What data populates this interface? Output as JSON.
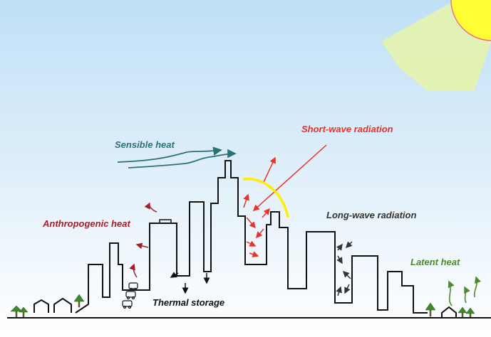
{
  "labels": {
    "sensible_heat": "Sensible heat",
    "short_wave": "Short-wave radiation",
    "anthropogenic": "Anthropogenic heat",
    "long_wave": "Long-wave radiation",
    "latent_heat": "Latent heat",
    "thermal_storage": "Thermal storage"
  },
  "colors": {
    "sensible_heat": "#2a7275",
    "short_wave": "#e8322b",
    "anthropogenic": "#a3202a",
    "long_wave": "#333333",
    "latent_heat": "#4d8a2a",
    "thermal_storage": "#111111",
    "sun": "#ffff33",
    "sun_rays": "#e6f5a8",
    "albedo_arc": "#ffee00"
  }
}
